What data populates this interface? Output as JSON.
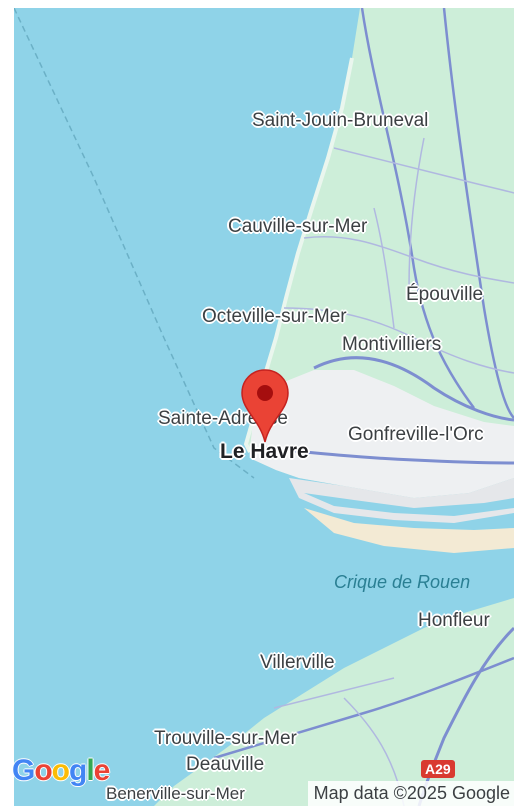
{
  "map": {
    "labels": {
      "saint_jouin": "Saint-Jouin-Bruneval",
      "cauville": "Cauville-sur-Mer",
      "epouville": "Épouville",
      "octeville": "Octeville-sur-Mer",
      "montivilliers": "Montivilliers",
      "sainte_adresse": "Sainte-Adresse",
      "le_havre": "Le Havre",
      "gonfreville": "Gonfreville-l'Orc",
      "crique": "Crique de Rouen",
      "honfleur": "Honfleur",
      "villerville": "Villerville",
      "trouville": "Trouville-sur-Mer",
      "deauville": "Deauville",
      "benerville": "Benerville-sur-Mer"
    },
    "road_shield": "A29",
    "attribution": "Map data ©2025 Google",
    "logo": [
      "G",
      "o",
      "o",
      "g",
      "l",
      "e"
    ],
    "colors": {
      "water": "#8fd3e8",
      "land": "#cdeed9",
      "urban": "#eef0f2",
      "road": "#7d8ed0",
      "pin": "#ea4335",
      "pin_dot": "#a50e0e"
    },
    "icons": {
      "marker": "map-pin-icon"
    }
  }
}
